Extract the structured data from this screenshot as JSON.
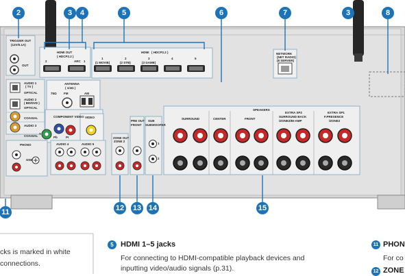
{
  "callouts": {
    "c2": "2",
    "c3a": "3",
    "c4": "4",
    "c5": "5",
    "c6": "6",
    "c7": "7",
    "c3b": "3",
    "c8": "8",
    "c11": "11",
    "c12": "12",
    "c13": "13",
    "c14": "14",
    "c15": "15"
  },
  "panel": {
    "trigger_out": "TRIGGER OUT",
    "trigger_out_sub": "(12V/0.1A)",
    "trigger_out_lbl": "OUT",
    "hdmi_out_title": "HDMI OUT",
    "hdmi_out_sub": "( HDCP2.2 )",
    "hdmi_out_port1": "2",
    "hdmi_out_port2": "1",
    "hdmi_out_arc": "ARC",
    "hdmi_title": "HDMI",
    "hdmi_title_sub": "( HDCP2.2 )",
    "hdmi_inputs": [
      {
        "num": "1",
        "sub": "(1 MOVIE)"
      },
      {
        "num": "2",
        "sub": "(2 STB)"
      },
      {
        "num": "3",
        "sub": "(3 GAME)"
      },
      {
        "num": "4",
        "sub": ""
      },
      {
        "num": "5",
        "sub": ""
      }
    ],
    "network": "NETWORK",
    "network_sub": "(NET RADIO)",
    "network_sub2": "(8 SERVER)",
    "antenna": "ANTENNA",
    "antenna_sub": "( 1/4Ω )",
    "fm": "FM",
    "am": "AM",
    "ohm75": "75Ω",
    "audio1": "AUDIO 1",
    "audio1_sub": "( TV )",
    "optical1": "OPTICAL",
    "audio2": "AUDIO 2",
    "audio2_sub": "( BD/DVD )",
    "optical2": "OPTICAL",
    "coaxial": "COAXIAL",
    "audio3": "AUDIO 3",
    "coaxial2": "COAXIAL",
    "component_video": "COMPONENT VIDEO",
    "video": "VIDEO",
    "y": "Y",
    "pb": "Pb",
    "pr": "Pr",
    "audio4": "AUDIO 4",
    "audio5": "AUDIO 5",
    "phono": "PHONO",
    "gnd": "GND",
    "zone_out": "ZONE OUT",
    "zone2": "ZONE 2",
    "pre_out": "PRE OUT",
    "front": "FRONT",
    "sw": "SUB",
    "subwoofer": "SUBWOOFER",
    "speakers": "SPEAKERS",
    "surround": "SURROUND",
    "center": "CENTER",
    "front_sp": "FRONT",
    "extra_sp2": "EXTRA SP2",
    "sb_label": "SURROUND BACK",
    "sb_sub": "/ZONE2/BI-AMP",
    "extra_sp1": "EXTRA SP1",
    "fp_label": "F.PRESENCE",
    "fp_sub": "/ZONE2",
    "wired_labels": [
      "1",
      "2"
    ]
  },
  "manual": {
    "left_line1": "cks is marked in white",
    "left_line2": "connections.",
    "item_badge": "5",
    "item_heading": "HDMI 1–5 jacks",
    "item_body1": "For connecting to HDMI-compatible playback devices and",
    "item_body2": "inputting video/audio signals (p.31).",
    "right_badge1": "11",
    "right_head1": "PHON",
    "right_text1": "For co",
    "right_badge2": "12",
    "right_head2": "ZONE"
  }
}
